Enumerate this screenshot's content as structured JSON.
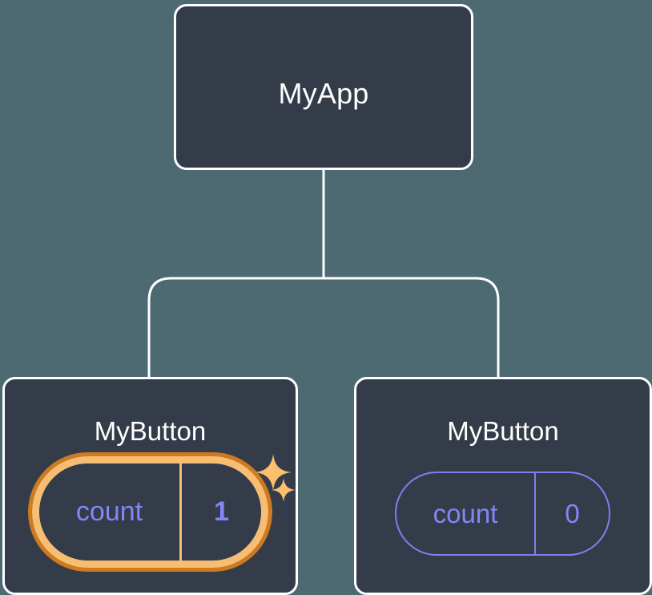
{
  "diagram": {
    "type": "component-tree",
    "background_color": "#4d6a72",
    "node_fill": "#343c4a",
    "node_border": "#ffffff",
    "connector_color": "#ffffff",
    "accent_highlight": "#f7bd73",
    "accent_highlight_outline": "#cf7a1f",
    "accent_state": "#8187f5"
  },
  "root": {
    "label": "MyApp"
  },
  "children": [
    {
      "label": "MyButton",
      "state": {
        "key": "count",
        "value": "1",
        "highlighted": true
      },
      "sparkles": [
        "sparkle-large",
        "sparkle-small"
      ]
    },
    {
      "label": "MyButton",
      "state": {
        "key": "count",
        "value": "0",
        "highlighted": false
      }
    }
  ]
}
